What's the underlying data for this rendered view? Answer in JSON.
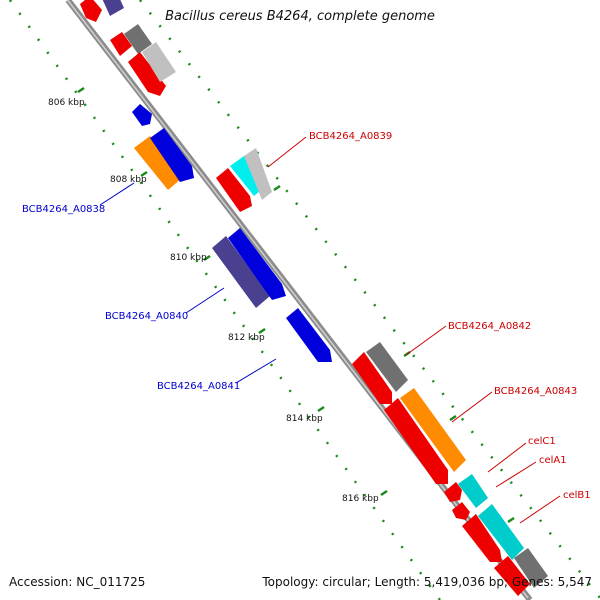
{
  "title": "Bacillus cereus B4264, complete genome",
  "footer": {
    "accession": "Accession: NC_011725",
    "summary": "Topology: circular; Length: 5,419,036 bp; Genes: 5,547"
  },
  "ticks": [
    "806 kbp",
    "808 kbp",
    "810 kbp",
    "812 kbp",
    "814 kbp",
    "816 kbp"
  ],
  "gene_labels": [
    {
      "text": "BCB4264_A0838",
      "color": "#0000cc"
    },
    {
      "text": "BCB4264_A0839",
      "color": "#cc0000"
    },
    {
      "text": "BCB4264_A0840",
      "color": "#0000cc"
    },
    {
      "text": "BCB4264_A0841",
      "color": "#0000cc"
    },
    {
      "text": "BCB4264_A0842",
      "color": "#cc0000"
    },
    {
      "text": "BCB4264_A0843",
      "color": "#cc0000"
    },
    {
      "text": "celC1",
      "color": "#cc0000"
    },
    {
      "text": "celA1",
      "color": "#cc0000"
    },
    {
      "text": "celB1",
      "color": "#cc0000"
    }
  ],
  "colors": {
    "backbone": "#8c8c8c",
    "red": "#ee0000",
    "blue": "#0000dd",
    "navy": "#4a4090",
    "orange": "#ff8c00",
    "cyan": "#00cccc",
    "gray": "#707070",
    "lightgray": "#c0c0c0",
    "tick": "#1a8a1a"
  }
}
